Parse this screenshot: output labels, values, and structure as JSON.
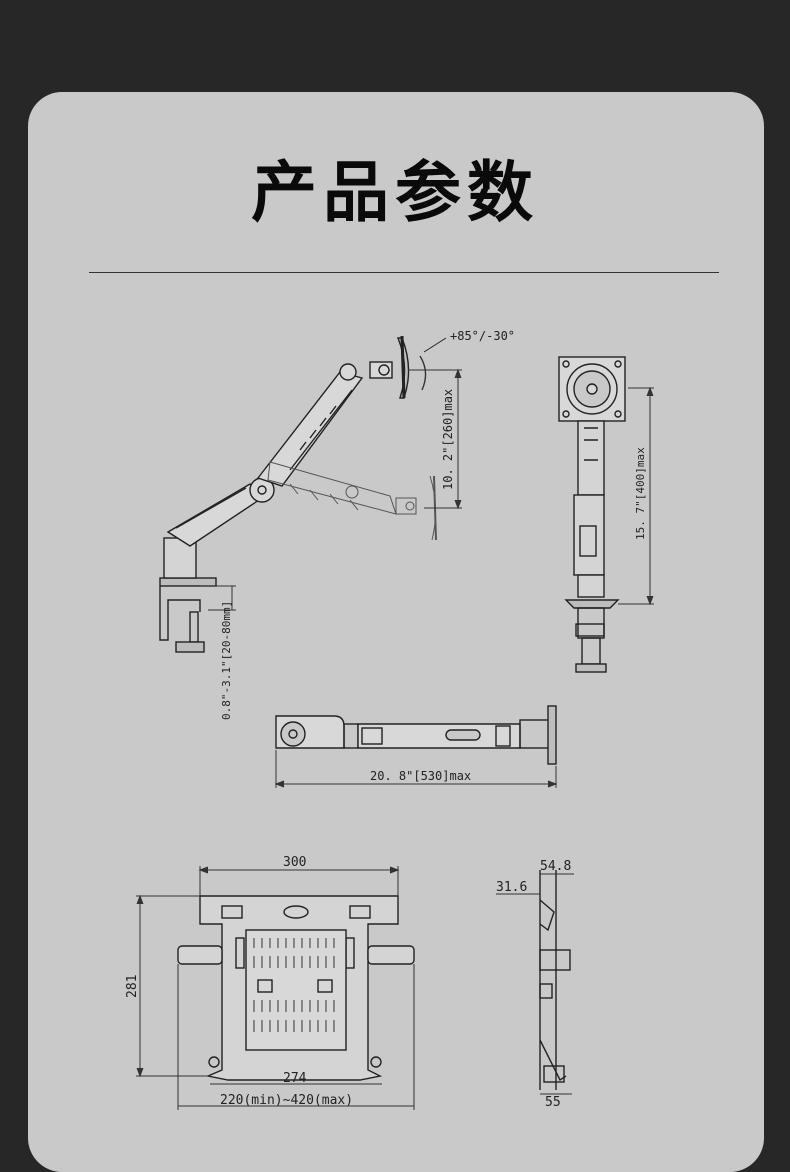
{
  "header": {
    "title": "产品参数"
  },
  "dimensions": {
    "tilt": "+85°/-30°",
    "height_range": "10. 2\"[260]max",
    "pole_height": "15. 7\"[400]max",
    "clamp_range": "0.8\"-3.1\"[20-80mm]",
    "arm_reach": "20. 8\"[530]max"
  },
  "tray": {
    "width_top": "300",
    "height": "281",
    "inner_width": "274",
    "adjust_width": "220(min)~420(max)",
    "side_depth_top": "54.8",
    "side_offset": "31.6",
    "side_depth_bottom": "55"
  },
  "colors": {
    "background": "#272727",
    "card": "#c9c9c9",
    "line": "#222222"
  }
}
